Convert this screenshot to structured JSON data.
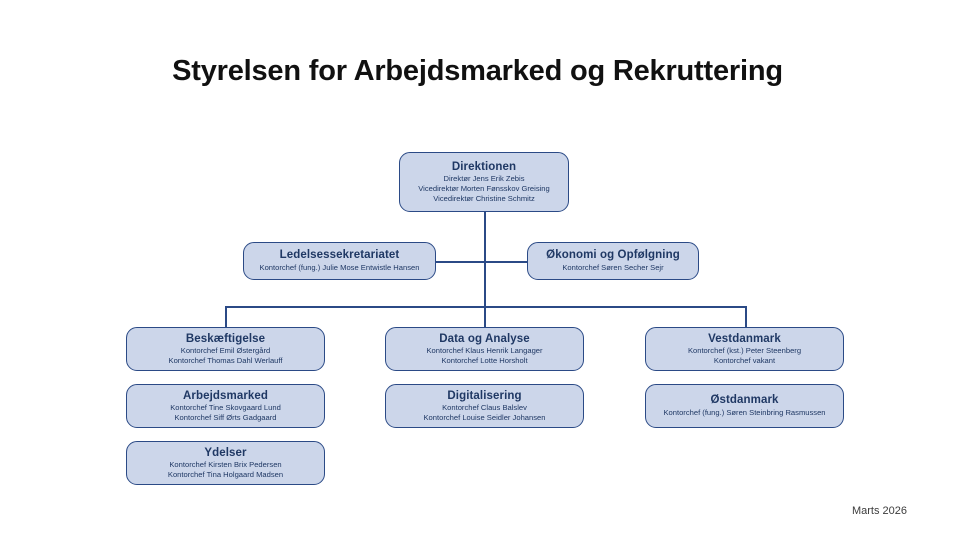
{
  "slide": {
    "title": "Styrelsen for Arbejdsmarked og Rekruttering",
    "footer_date": "Marts 2026",
    "colors": {
      "box_fill": "#ccd6ea",
      "box_border": "#2b4a86",
      "text": "#1f3864",
      "connector": "#2b4a86",
      "title_text": "#111111",
      "background": "#ffffff"
    }
  },
  "chart_data": {
    "type": "diagram",
    "title": "Styrelsen for Arbejdsmarked og Rekruttering",
    "nodes": [
      {
        "id": "direktionen",
        "title": "Direktionen",
        "lines": [
          "Direktør Jens Erik Zebis",
          "Vicedirektør Morten Fønsskov Greising",
          "Vicedirektør Christine Schmitz"
        ],
        "level": 1
      },
      {
        "id": "ledelsessekretariatet",
        "title": "Ledelsessekretariatet",
        "lines": [
          "Kontorchef (fung.) Julie Mose Entwistle Hansen"
        ],
        "level": 2
      },
      {
        "id": "okonomi-og-opfolgning",
        "title": "Økonomi og Opfølgning",
        "lines": [
          "Kontorchef Søren Secher Sejr"
        ],
        "level": 2
      },
      {
        "id": "beskaeftigelse",
        "title": "Beskæftigelse",
        "lines": [
          "Kontorchef Emil Østergård",
          "Kontorchef Thomas Dahl Werlauff"
        ],
        "level": 3,
        "column": 1
      },
      {
        "id": "data-og-analyse",
        "title": "Data og Analyse",
        "lines": [
          "Kontorchef Klaus Henrik Langager",
          "Kontorchef Lotte Horsholt"
        ],
        "level": 3,
        "column": 2
      },
      {
        "id": "vestdanmark",
        "title": "Vestdanmark",
        "lines": [
          "Kontorchef (kst.) Peter Steenberg",
          "Kontorchef vakant"
        ],
        "level": 3,
        "column": 3
      },
      {
        "id": "arbejdsmarked",
        "title": "Arbejdsmarked",
        "lines": [
          "Kontorchef Tine Skovgaard Lund",
          "Kontorchef Siff Ørts Gadgaard"
        ],
        "level": 4,
        "column": 1
      },
      {
        "id": "digitalisering",
        "title": "Digitalisering",
        "lines": [
          "Kontorchef Claus Balslev",
          "Kontorchef Louise Seidler Johansen"
        ],
        "level": 4,
        "column": 2
      },
      {
        "id": "ostdanmark",
        "title": "Østdanmark",
        "lines": [
          "Kontorchef (fung.) Søren Steinbring Rasmussen"
        ],
        "level": 4,
        "column": 3
      },
      {
        "id": "ydelser",
        "title": "Ydelser",
        "lines": [
          "Kontorchef Kirsten Brix Pedersen",
          "Kontorchef Tina Holgaard Madsen"
        ],
        "level": 5,
        "column": 1
      }
    ],
    "edges": [
      {
        "from": "direktionen",
        "to": "ledelsessekretariatet"
      },
      {
        "from": "direktionen",
        "to": "okonomi-og-opfolgning"
      },
      {
        "from": "direktionen",
        "to": "beskaeftigelse"
      },
      {
        "from": "direktionen",
        "to": "data-og-analyse"
      },
      {
        "from": "direktionen",
        "to": "vestdanmark"
      }
    ]
  }
}
